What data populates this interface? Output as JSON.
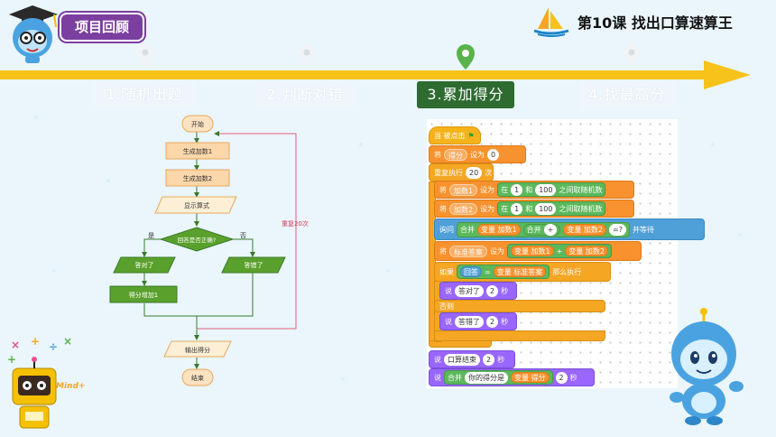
{
  "header": {
    "badge": "项目回顾",
    "title": "第10课   找出口算速算王"
  },
  "steps": [
    {
      "label": "1.随机出题",
      "state": "inactive"
    },
    {
      "label": "2.判断对错",
      "state": "inactive"
    },
    {
      "label": "3.累加得分",
      "state": "active"
    },
    {
      "label": "4.找最高分",
      "state": "inactive"
    }
  ],
  "flowchart": {
    "start": "开始",
    "gen1": "生成加数1",
    "gen2": "生成加数2",
    "show": "显示算式",
    "decision": "回答是否正确?",
    "yes": "是",
    "no": "否",
    "correct": "答对了",
    "wrong": "答错了",
    "score_add": "得分增加1",
    "loop_label": "重复20次",
    "output": "输出得分",
    "end": "结束"
  },
  "scratch": {
    "when_flag": "当 被点击",
    "set_var": "将",
    "set_var_name": "得分",
    "set_to": "设为",
    "set_value": "0",
    "repeat": "重复执行",
    "repeat_count": "20",
    "repeat_unit": "次",
    "set1": "将",
    "set1_var": "加数1",
    "set1_mid": "设为",
    "rand": "在",
    "rand_from": "1",
    "rand_and": "和",
    "rand_to": "100",
    "rand_end": "之间取随机数",
    "set2_var": "加数2",
    "ask": "询问",
    "join": "合并",
    "var_a": "变量 加数1",
    "plus": "+",
    "var_b": "变量 加数2",
    "eq": "=?",
    "wait": "并等待",
    "set_ans": "将",
    "ans_var": "标准答案",
    "ans_to": "设为",
    "ans_plus": "+",
    "if": "如果",
    "answer": "回答",
    "eq_std": "变量 标准答案",
    "then": "那么执行",
    "say1": "说",
    "say1_text": "答对了",
    "say1_secs": "2",
    "secs": "秒",
    "else": "否则",
    "say2_text": "答错了",
    "say2_secs": "2",
    "say3_text": "口算结束",
    "say3_secs": "2",
    "say4_join": "合并",
    "say4_text": "你的得分是",
    "say4_var": "变量 得分",
    "say4_secs": "2"
  },
  "decor": {
    "robot_label": "Mind+"
  },
  "colors": {
    "timeline": "#f7c21a",
    "active_step": "#2d6b30",
    "badge": "#7b3fa0",
    "flow_orange": "#f9d8a8",
    "flow_green": "#5aa02c"
  }
}
